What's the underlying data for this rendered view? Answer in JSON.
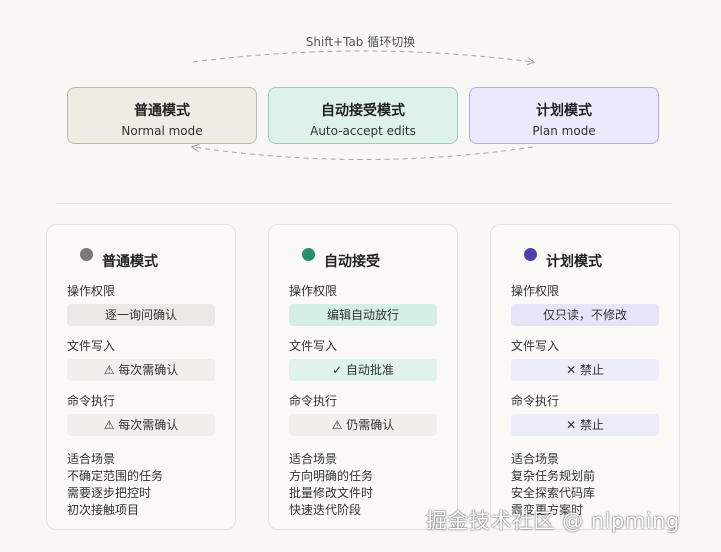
{
  "cycle": {
    "label": "Shift+Tab 循环切换",
    "modes": [
      {
        "title": "普通模式",
        "subtitle": "Normal mode"
      },
      {
        "title": "自动接受模式",
        "subtitle": "Auto-accept edits"
      },
      {
        "title": "计划模式",
        "subtitle": "Plan mode"
      }
    ]
  },
  "cards": [
    {
      "title": "普通模式",
      "dot_color": "#7b7874",
      "rows": [
        {
          "label": "操作权限",
          "value": "逐一询问确认",
          "bg": "#ebe9e3"
        },
        {
          "label": "文件写入",
          "value": "⚠ 每次需确认",
          "bg": "#f1efea"
        },
        {
          "label": "命令执行",
          "value": "⚠ 每次需确认",
          "bg": "#f1efea"
        }
      ],
      "fit_label": "适合场景",
      "fit": [
        "不确定范围的任务",
        "需要逐步把控时",
        "初次接触项目"
      ]
    },
    {
      "title": "自动接受",
      "dot_color": "#249168",
      "rows": [
        {
          "label": "操作权限",
          "value": "编辑自动放行",
          "bg": "#d5efe2"
        },
        {
          "label": "文件写入",
          "value": "✓ 自动批准",
          "bg": "#dff3e9"
        },
        {
          "label": "命令执行",
          "value": "⚠ 仍需确认",
          "bg": "#f1efea"
        }
      ],
      "fit_label": "适合场景",
      "fit": [
        "方向明确的任务",
        "批量修改文件时",
        "快速迭代阶段"
      ]
    },
    {
      "title": "计划模式",
      "dot_color": "#4d3fb0",
      "rows": [
        {
          "label": "操作权限",
          "value": "仅只读，不修改",
          "bg": "#e7e4f8"
        },
        {
          "label": "文件写入",
          "value": "✕ 禁止",
          "bg": "#ecebfa"
        },
        {
          "label": "命令执行",
          "value": "✕ 禁止",
          "bg": "#ecebfa"
        }
      ],
      "fit_label": "适合场景",
      "fit": [
        "复杂任务规划前",
        "安全探索代码库",
        "需变更方案时"
      ]
    }
  ],
  "watermark": "掘金技术社区 @ nlpming"
}
